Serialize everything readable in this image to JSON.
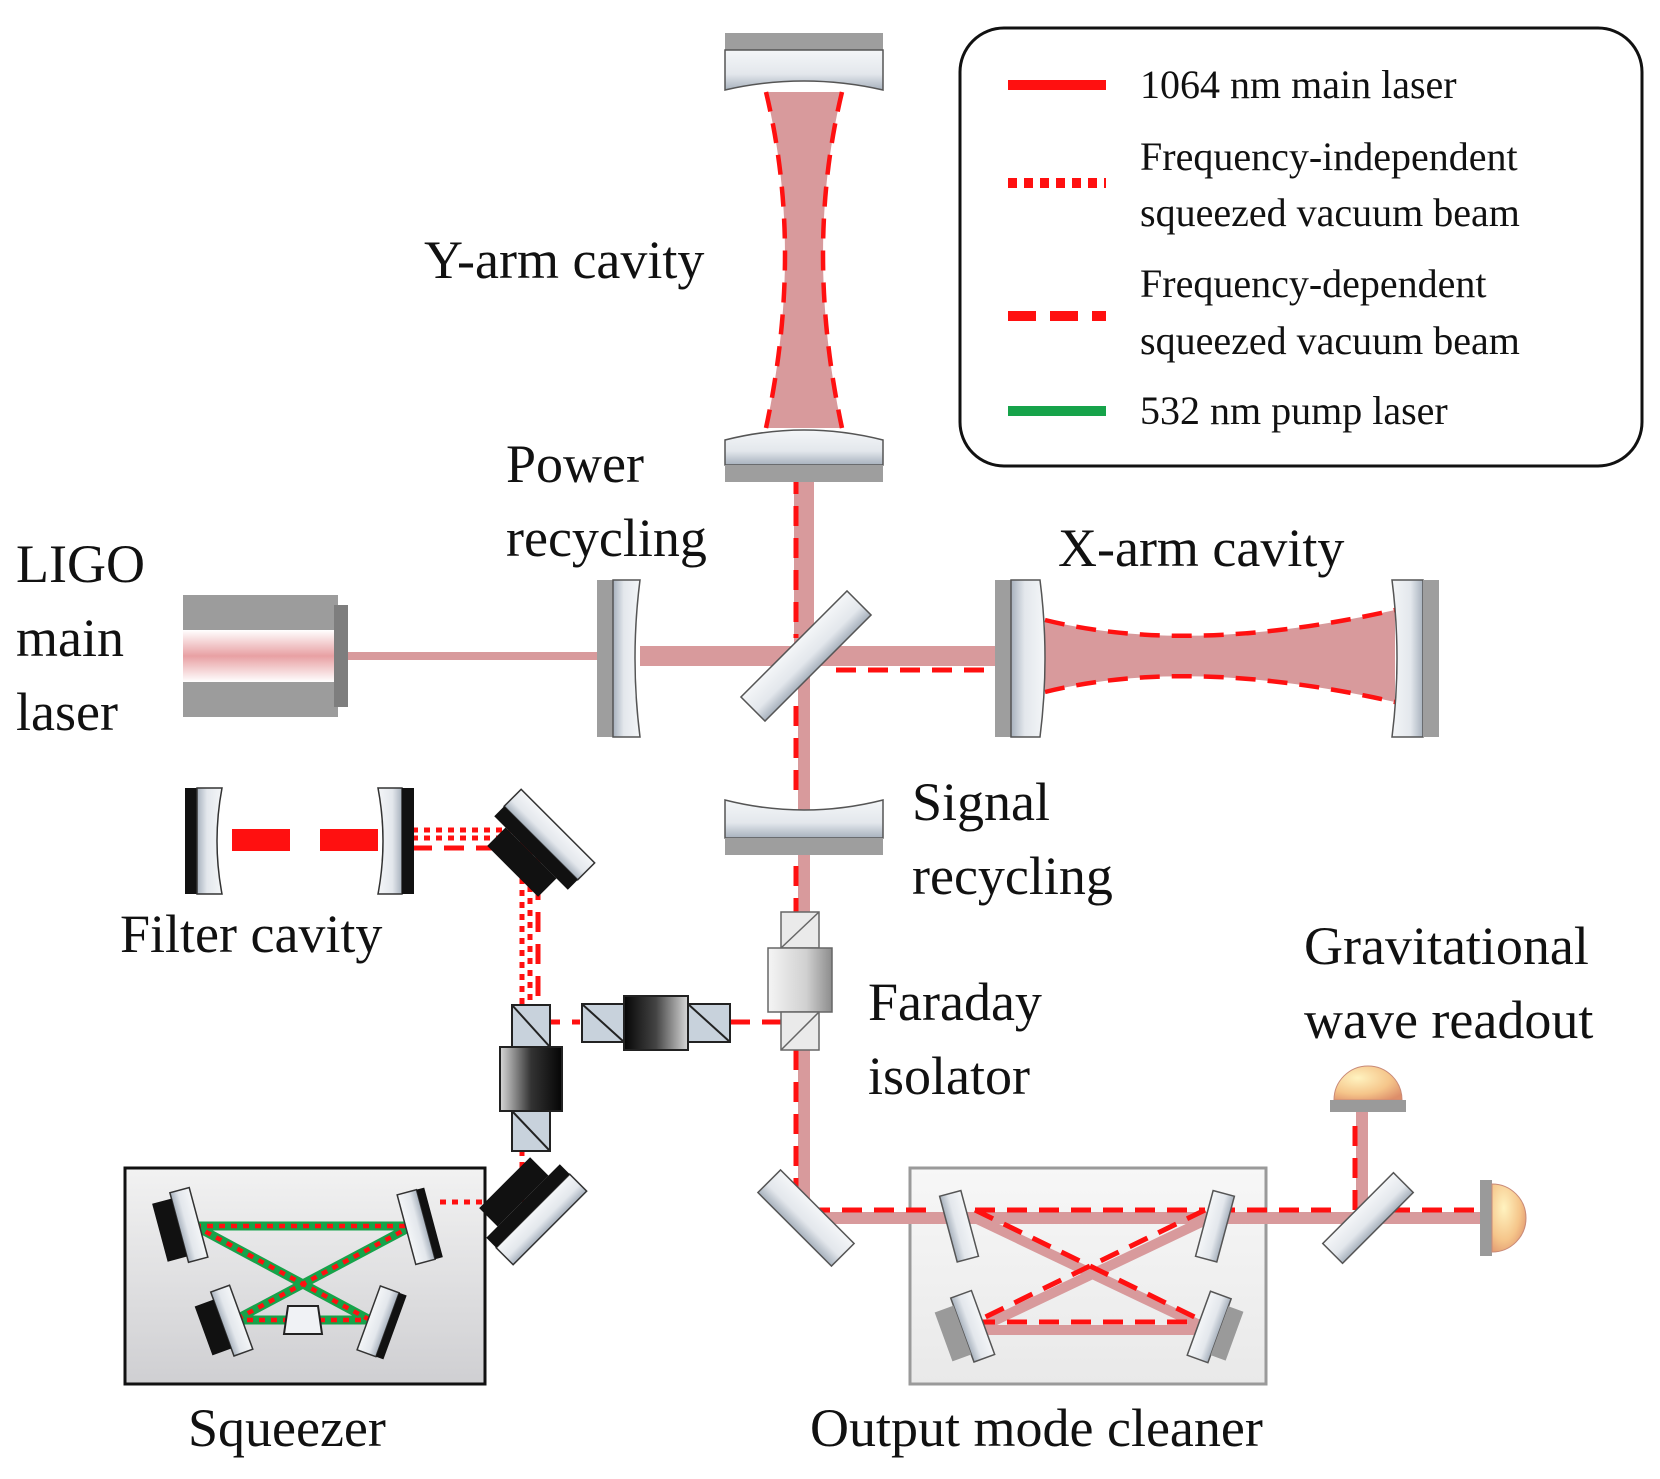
{
  "labels": {
    "y_arm": "Y-arm cavity",
    "x_arm": "X-arm cavity",
    "power_recycling_1": "Power",
    "power_recycling_2": "recycling",
    "laser_1": "LIGO",
    "laser_2": "main",
    "laser_3": "laser",
    "signal_recycling_1": "Signal",
    "signal_recycling_2": "recycling",
    "filter_cavity": "Filter cavity",
    "faraday_1": "Faraday",
    "faraday_2": "isolator",
    "gw_readout_1": "Gravitational",
    "gw_readout_2": "wave readout",
    "squeezer": "Squeezer",
    "omc": "Output mode cleaner"
  },
  "legend": {
    "items": [
      {
        "line1": "1064 nm main laser",
        "line2": "",
        "style": "solid",
        "color": "#ff1010"
      },
      {
        "line1": "Frequency-independent",
        "line2": "squeezed vacuum beam",
        "style": "dotted",
        "color": "#ff1010"
      },
      {
        "line1": "Frequency-dependent",
        "line2": "squeezed vacuum beam",
        "style": "dashed",
        "color": "#ff1010"
      },
      {
        "line1": "532 nm pump laser",
        "line2": "",
        "style": "solid",
        "color": "#16a34a"
      }
    ]
  },
  "colors": {
    "beam": "#d89a9c",
    "squeezed": "#ff1010",
    "pump": "#16a34a",
    "mirror_frame": "#9e9e9e",
    "dark_frame": "#111111"
  }
}
